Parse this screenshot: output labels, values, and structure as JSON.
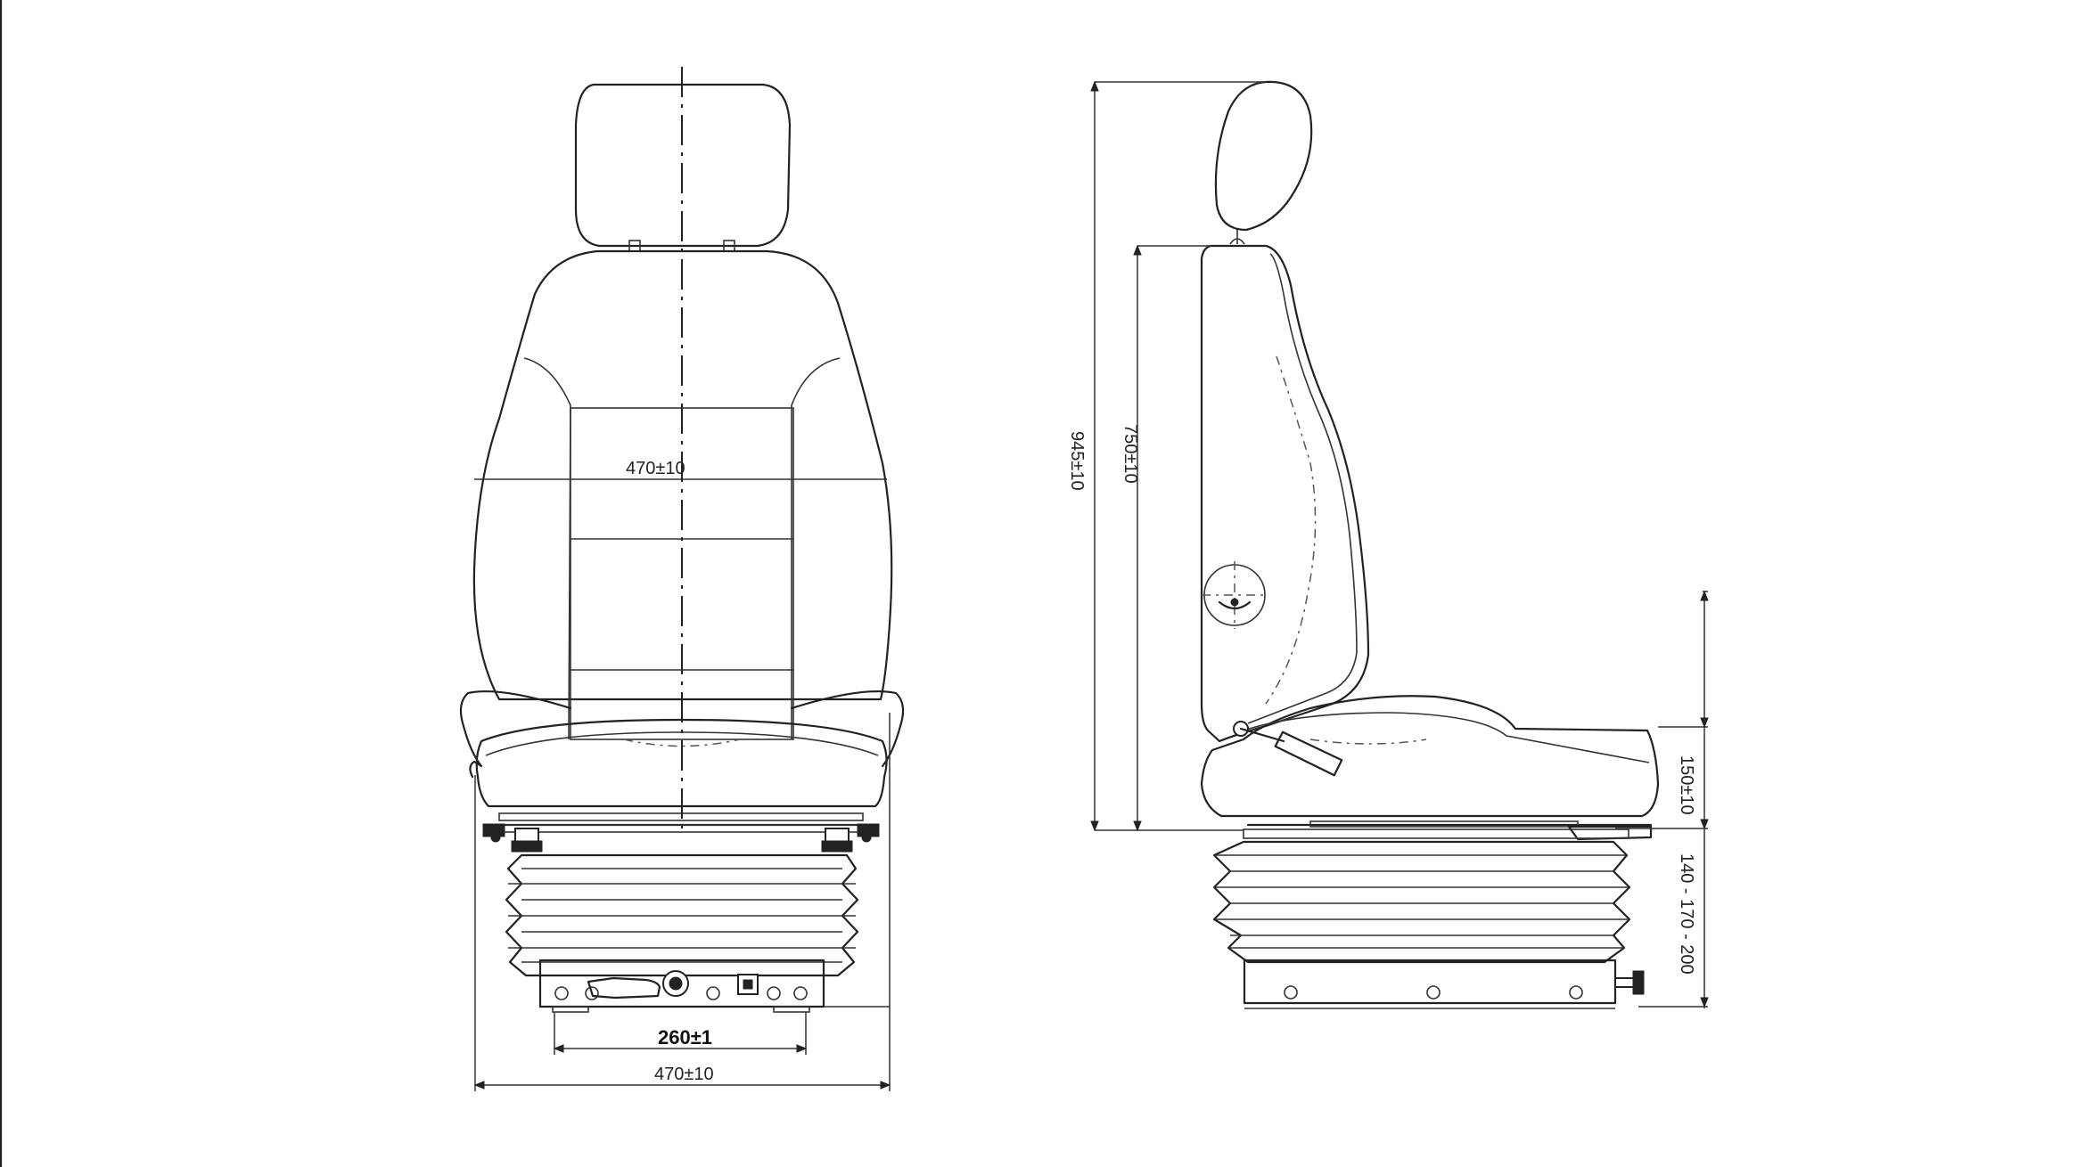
{
  "front_view": {
    "backrest_width": "470±10",
    "adjuster_spacing": "260±1",
    "base_width": "470±10"
  },
  "side_view": {
    "overall_height": "945±10",
    "backrest_height": "750±10",
    "cushion_height": "150±10",
    "suspension_stroke": "140 - 170 - 200"
  }
}
